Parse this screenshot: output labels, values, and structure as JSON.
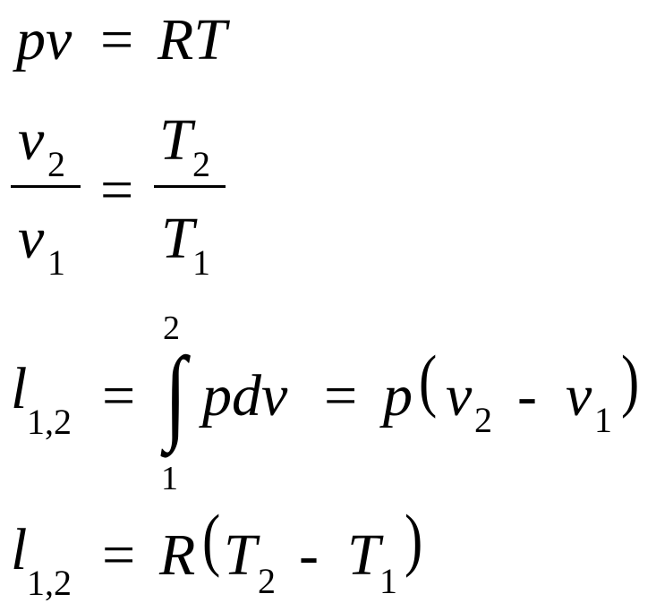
{
  "equations": {
    "eq1": {
      "lhs": "pv",
      "equals": "=",
      "rhs": "RT"
    },
    "eq2": {
      "num_left_var": "v",
      "num_left_sub": "2",
      "den_left_var": "v",
      "den_left_sub": "1",
      "equals": "=",
      "num_right_var": "T",
      "num_right_sub": "2",
      "den_right_var": "T",
      "den_right_sub": "1"
    },
    "eq3": {
      "lhs_var": "l",
      "lhs_sub": "1,2",
      "equals": "=",
      "integral": "∫",
      "upper_limit": "2",
      "lower_limit": "1",
      "integrand": "pdv",
      "equals2": "=",
      "p": "p",
      "open_paren": "(",
      "v2_var": "v",
      "v2_sub": "2",
      "minus": "-",
      "v1_var": "v",
      "v1_sub": "1",
      "close_paren": ")"
    },
    "eq4": {
      "lhs_var": "l",
      "lhs_sub": "1,2",
      "equals": "=",
      "R": "R",
      "open_paren": "(",
      "T2_var": "T",
      "T2_sub": "2",
      "minus": "-",
      "T1_var": "T",
      "T1_sub": "1",
      "close_paren": ")"
    }
  }
}
